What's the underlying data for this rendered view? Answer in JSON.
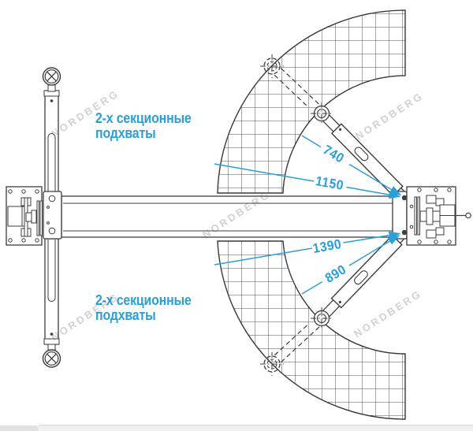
{
  "labels": {
    "upper_arms": {
      "line1": "2-х секционные",
      "line2": "подхваты"
    },
    "lower_arms": {
      "line1": "2-х секционные",
      "line2": "подхваты"
    }
  },
  "dimensions": {
    "upper_arm_min_reach": "740",
    "upper_arm_max_reach": "1150",
    "lower_arm_max_reach": "1390",
    "lower_arm_min_reach": "890"
  },
  "watermark": {
    "text": "NORDBERG"
  },
  "colors": {
    "accent_blue": "#2a9fd8",
    "line_dark": "#3c3c3c",
    "watermark_gray": "#bdbdbd"
  }
}
